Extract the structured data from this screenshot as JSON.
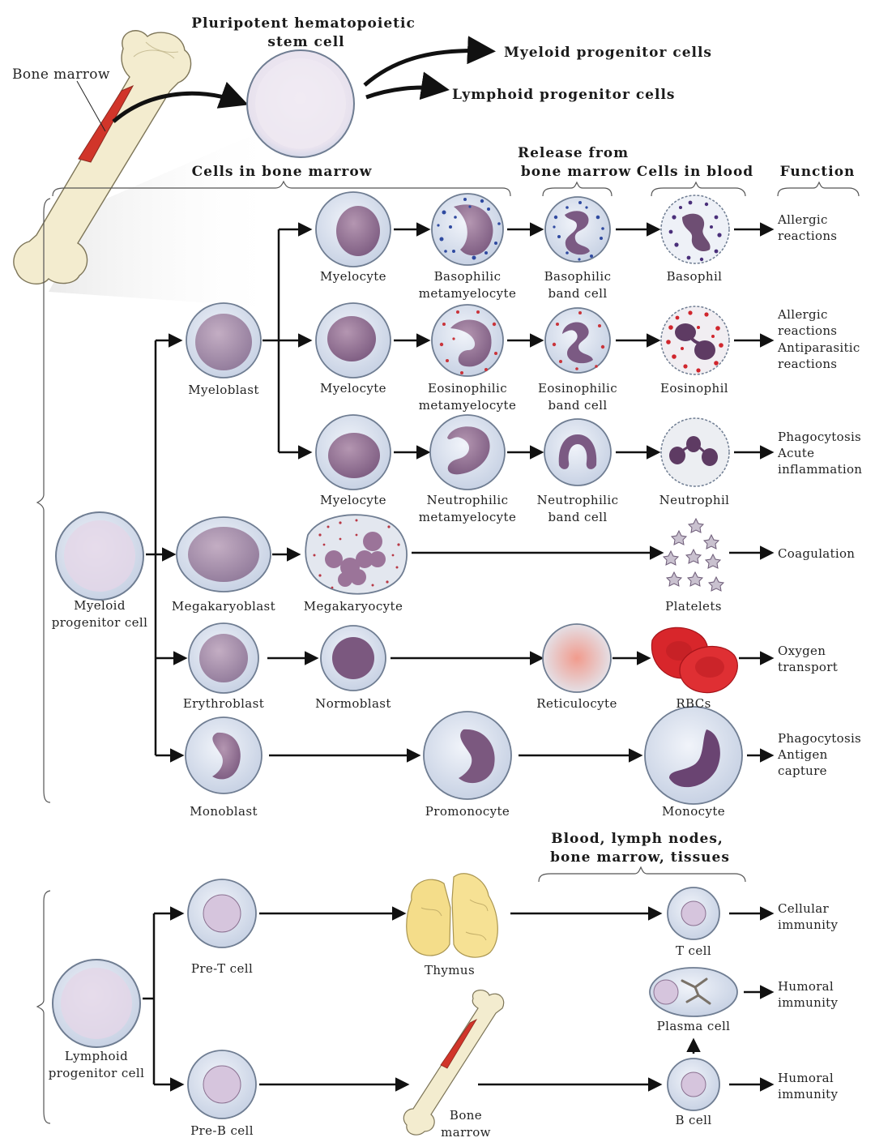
{
  "colors": {
    "cell_fill": "#dfe6f1",
    "cell_stroke": "#6f7d92",
    "nucleus": "#9a7c99",
    "nucleus_dark": "#6e4e73",
    "bone": "#f3eccf",
    "marrow": "#d1352a",
    "rbc": "#d8262b",
    "thymus": "#f4dd8a",
    "arrow": "#111111"
  },
  "top": {
    "bone_marrow": "Bone marrow",
    "stem_cell": [
      "Pluripotent hematopoietic",
      "stem cell"
    ],
    "myeloid_progenitors": "Myeloid progenitor cells",
    "lymphoid_progenitors": "Lymphoid progenitor cells"
  },
  "headers": {
    "cells_in_bone_marrow": "Cells in bone marrow",
    "release": [
      "Release from",
      "bone marrow"
    ],
    "cells_in_blood": "Cells in blood",
    "function": "Function",
    "blood_lymph": [
      "Blood, lymph nodes,",
      "bone marrow, tissues"
    ]
  },
  "labels": {
    "myelocyte_1": "Myelocyte",
    "basophilic_meta": [
      "Basophilic",
      "metamyelocyte"
    ],
    "basophilic_band": [
      "Basophilic",
      "band cell"
    ],
    "basophil": "Basophil",
    "myeloblast": "Myeloblast",
    "myelocyte_2": "Myelocyte",
    "eosinophilic_meta": [
      "Eosinophilic",
      "metamyelocyte"
    ],
    "eosinophilic_band": [
      "Eosinophilic",
      "band cell"
    ],
    "eosinophil": "Eosinophil",
    "myelocyte_3": "Myelocyte",
    "neutrophilic_meta": [
      "Neutrophilic",
      "metamyelocyte"
    ],
    "neutrophilic_band": [
      "Neutrophilic",
      "band cell"
    ],
    "neutrophil": "Neutrophil",
    "myeloid_progenitor": [
      "Myeloid",
      "progenitor cell"
    ],
    "megakaryoblast": "Megakaryoblast",
    "megakaryocyte": "Megakaryocyte",
    "platelets": "Platelets",
    "erythroblast": "Erythroblast",
    "normoblast": "Normoblast",
    "reticulocyte": "Reticulocyte",
    "rbcs": "RBCs",
    "monoblast": "Monoblast",
    "promonocyte": "Promonocyte",
    "monocyte": "Monocyte",
    "pre_t": "Pre-T cell",
    "thymus": "Thymus",
    "t_cell": "T cell",
    "lymphoid_progenitor": [
      "Lymphoid",
      "progenitor cell"
    ],
    "plasma_cell": "Plasma cell",
    "pre_b": "Pre-B cell",
    "bone_marrow_small": [
      "Bone",
      "marrow"
    ],
    "b_cell": "B cell"
  },
  "functions": {
    "basophil": [
      "Allergic",
      "reactions"
    ],
    "eosinophil": [
      "Allergic",
      "reactions",
      "Antiparasitic",
      "reactions"
    ],
    "neutrophil": [
      "Phagocytosis",
      "Acute",
      "inflammation"
    ],
    "platelets": [
      "Coagulation"
    ],
    "rbc": [
      "Oxygen",
      "transport"
    ],
    "monocyte": [
      "Phagocytosis",
      "Antigen",
      "capture"
    ],
    "t_cell": [
      "Cellular",
      "immunity"
    ],
    "plasma": [
      "Humoral",
      "immunity"
    ],
    "b_cell": [
      "Humoral",
      "immunity"
    ]
  }
}
